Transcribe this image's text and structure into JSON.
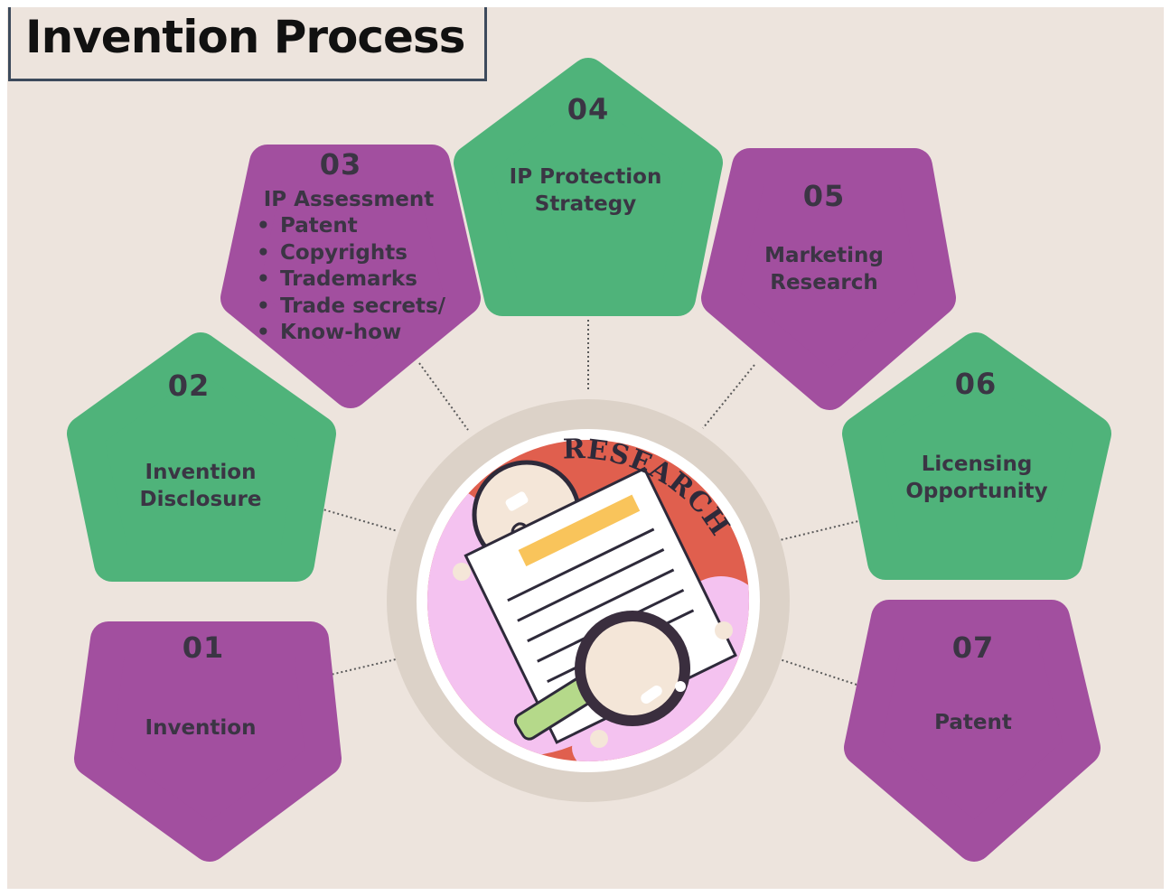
{
  "title": "Invention Process",
  "colors": {
    "background": "#ede4dd",
    "green": "#4fb37a",
    "purple": "#a24f9f",
    "text": "#3b3544"
  },
  "center_icon": {
    "banner_text": "RESEARCH",
    "icons": [
      "lightbulb-icon",
      "document-icon",
      "magnifying-glass-icon"
    ]
  },
  "steps": [
    {
      "number": "01",
      "label": "Invention",
      "color": "purple"
    },
    {
      "number": "02",
      "label": "Invention Disclosure",
      "color": "green"
    },
    {
      "number": "03",
      "label": "IP Assessment",
      "color": "purple",
      "bullets": [
        "Patent",
        "Copyrights",
        "Trademarks",
        "Trade secrets/",
        "Know-how"
      ]
    },
    {
      "number": "04",
      "label": "IP Protection Strategy",
      "color": "green"
    },
    {
      "number": "05",
      "label": "Marketing Research",
      "color": "purple"
    },
    {
      "number": "06",
      "label": "Licensing Opportunity",
      "color": "green"
    },
    {
      "number": "07",
      "label": "Patent",
      "color": "purple"
    }
  ]
}
